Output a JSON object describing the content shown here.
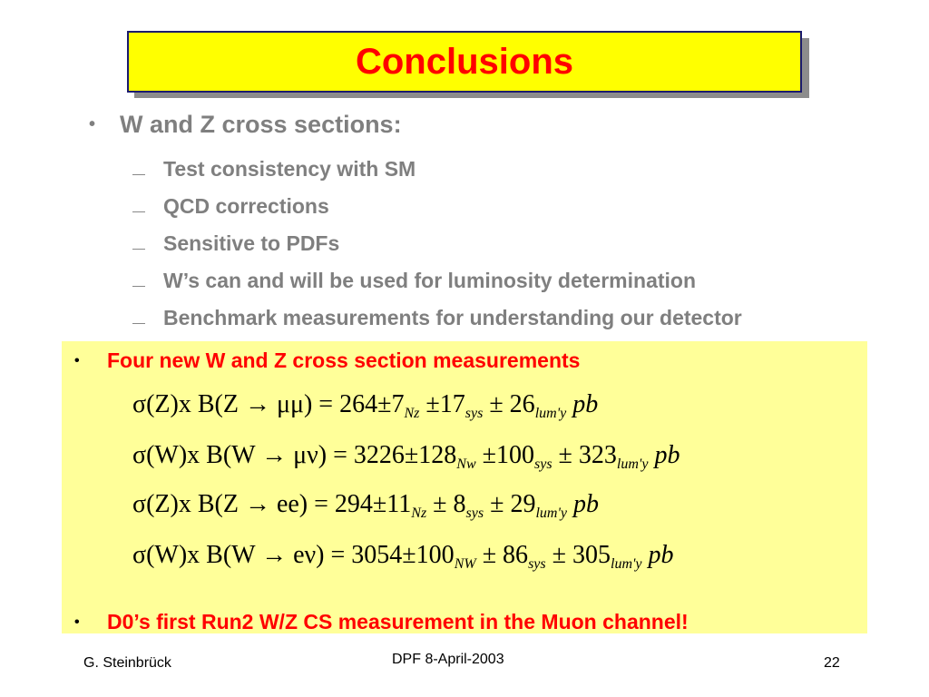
{
  "title": "Conclusions",
  "main_bullet": "W and Z cross sections:",
  "sub_items": [
    "Test consistency with SM",
    "QCD corrections",
    "Sensitive to PDFs",
    "W’s can and will  be used  for luminosity determination",
    "Benchmark measurements for understanding our detector"
  ],
  "highlight": {
    "heading": "Four new W and Z cross section measurements",
    "formulas": [
      {
        "lhs": "σ(Z)x B(Z → μμ)",
        "value": " = 264±7",
        "sub1": "Nz",
        "t2": " ±17",
        "sub2": "sys",
        "t3": " ± 26",
        "sub3": "lum'y",
        "unit": " pb"
      },
      {
        "lhs": "σ(W)x B(W → μν)",
        "value": " = 3226±128",
        "sub1": "Nw",
        "t2": " ±100",
        "sub2": "sys",
        "t3": " ± 323",
        "sub3": "lum'y",
        "unit": " pb"
      },
      {
        "lhs": "σ(Z)x B(Z → ee)",
        "value": " = 294±11",
        "sub1": "Nz",
        "t2": " ± 8",
        "sub2": "sys",
        "t3": " ± 29",
        "sub3": "lum'y",
        "unit": " pb"
      },
      {
        "lhs": "σ(W)x B(W → eν)",
        "value": " = 3054±100",
        "sub1": "NW",
        "t2": " ± 86",
        "sub2": "sys",
        "t3": " ± 305",
        "sub3": "lum'y",
        "unit": " pb"
      }
    ],
    "conclusion": "D0’s first Run2 W/Z CS measurement in the Muon channel!"
  },
  "footer": {
    "author": "G. Steinbrück",
    "event": "DPF 8-April-2003",
    "page": "22"
  },
  "colors": {
    "title_bg": "#ffff00",
    "title_text": "#ff0000",
    "grey_text": "#7f7f7f",
    "highlight_bg": "#ffff99"
  }
}
